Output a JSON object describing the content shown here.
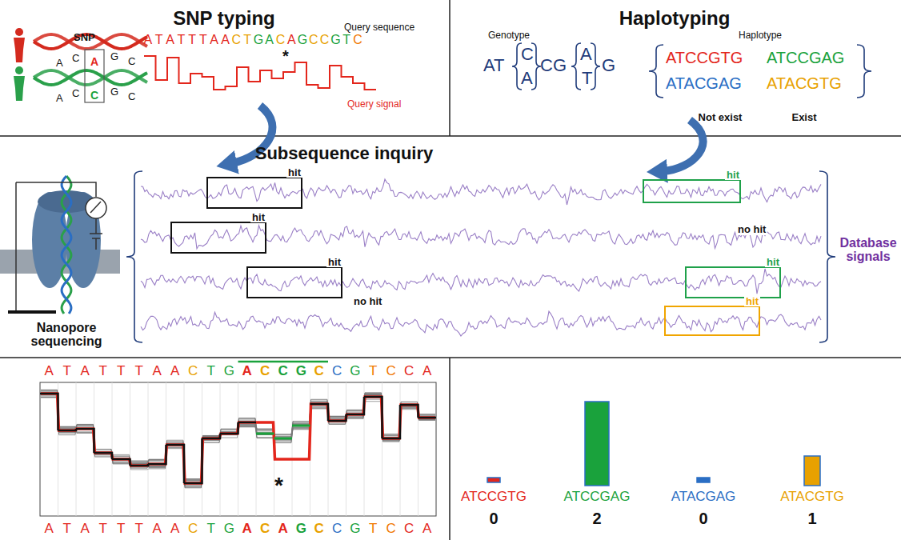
{
  "diagram": {
    "nodes": [
      {
        "text": [
          "hit"
        ]
      },
      {
        "text": [
          "hit"
        ]
      },
      {
        "text": [
          "hit"
        ]
      },
      {
        "text": [
          "hit"
        ]
      },
      {
        "text": [
          "hit"
        ]
      },
      {
        "text": [
          "hit"
        ]
      }
    ],
    "labels": [
      "SNP typing",
      "Haplotyping",
      "SNP",
      "A",
      "C",
      "A",
      "G",
      "C",
      "A",
      "C",
      "C",
      "G",
      "C",
      "Query sequence",
      "ATATTTAACTGACAGCCGTC",
      "*",
      "Query signal",
      "Genotype",
      "AT",
      "C",
      "A",
      "CG",
      "A",
      "T",
      "G",
      "Haplotype",
      "ATCCGTG",
      "ATCCGAG",
      "ATACGAG",
      "ATACGTG",
      "Not exist",
      "Exist",
      "Subsequence inquiry",
      "no hit",
      "no hit",
      "Nanopore sequencing",
      "Database signals",
      "ATATTTAACTGACCGCCGTCCA",
      "*",
      "ATATTTAACTGACAGCCGTCCA",
      "ATCCGTG",
      "ATCCGAG",
      "ATACGAG",
      "ATACGTG",
      "0",
      "2",
      "0",
      "1"
    ]
  }
}
